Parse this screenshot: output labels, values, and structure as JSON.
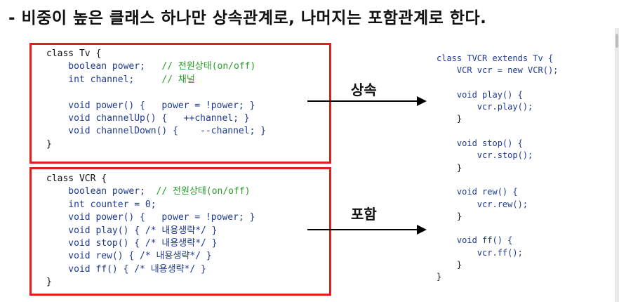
{
  "heading": "- 비중이 높은 클래스 하나만 상속관계로, 나머지는 포함관계로 한다.",
  "tv_class": {
    "l1": "class Tv {",
    "l2a": "    boolean power;   ",
    "l2c": "// 전원상태(on/off)",
    "l3a": "    int channel;     ",
    "l3c": "// 채널",
    "l4": "",
    "l5": "    void power() {   power = !power; }",
    "l6": "    void channelUp() {   ++channel; }",
    "l7": "    void channelDown() {    --channel; }",
    "l8": "}"
  },
  "vcr_class": {
    "l1": "class VCR {",
    "l2a": "    boolean power;  ",
    "l2c": "// 전원상태(on/off)",
    "l3": "    int counter = 0;",
    "l4": "    void power() {   power = !power; }",
    "l5": "    void play() { /* 내용생략*/ }",
    "l6": "    void stop() { /* 내용생략*/ }",
    "l7": "    void rew() { /* 내용생략*/ }",
    "l8": "    void ff() { /* 내용생략*/ }",
    "l9": "}"
  },
  "tvcr_class": {
    "l1": "class TVCR extends Tv {",
    "l2": "    VCR vcr = new VCR();",
    "l3": "",
    "l4": "    void play() {",
    "l5": "        vcr.play();",
    "l6": "    }",
    "l7": "",
    "l8": "    void stop() {",
    "l9": "        vcr.stop();",
    "l10": "    }",
    "l11": "",
    "l12": "    void rew() {",
    "l13": "        vcr.rew();",
    "l14": "    }",
    "l15": "",
    "l16": "    void ff() {",
    "l17": "        vcr.ff();",
    "l18": "    }",
    "l19": "}"
  },
  "labels": {
    "inheritance": "상속",
    "composition": "포함"
  },
  "colors": {
    "box_border": "#e0201f",
    "keyword_text": "#1f3a93",
    "comment_text": "#2a9d2a"
  }
}
